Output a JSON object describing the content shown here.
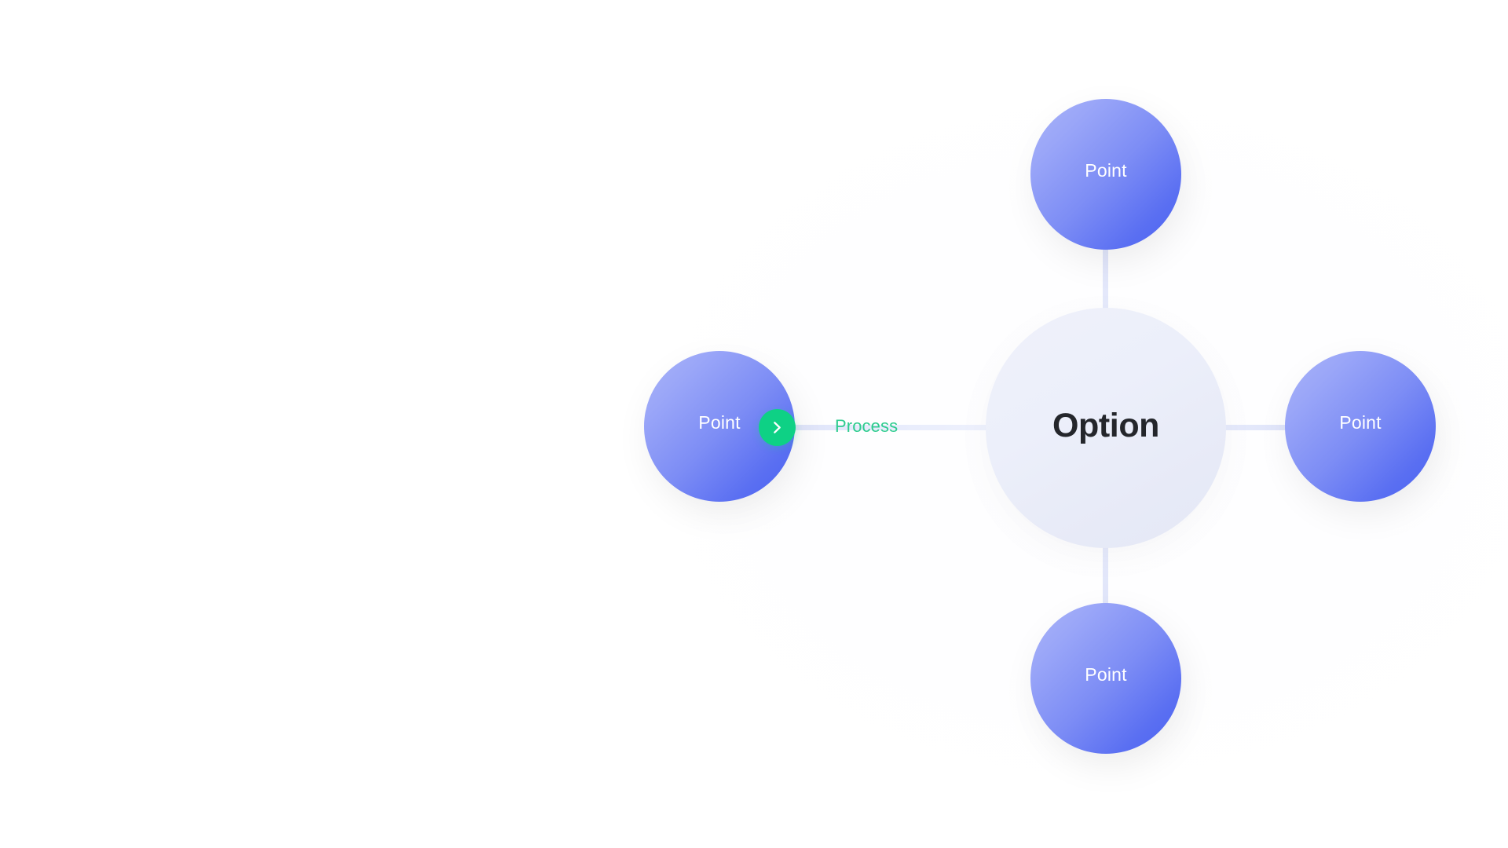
{
  "diagram": {
    "title": "Radial process diagram",
    "background_color": "#ffffff",
    "center_node": {
      "label": "Option",
      "text_color": "#24262b",
      "fill_start": "#eff1fb",
      "fill_end": "#e4e8f6"
    },
    "node_fill_start": "#aab4f9",
    "node_fill_end": "#4a62f0",
    "node_text_color": "#ffffff",
    "connector_color": "#e3e7fb",
    "nodes": [
      {
        "id": "top",
        "label": "Point",
        "position": "top"
      },
      {
        "id": "right",
        "label": "Point",
        "position": "right"
      },
      {
        "id": "bottom",
        "label": "Point",
        "position": "bottom"
      },
      {
        "id": "left",
        "label": "Point",
        "position": "left"
      }
    ],
    "process": {
      "label": "Process",
      "label_color": "#2ecc8f",
      "badge_color": "#0ed185",
      "badge_icon": "chevron-right-icon",
      "badge_icon_color": "#ffffff"
    }
  }
}
